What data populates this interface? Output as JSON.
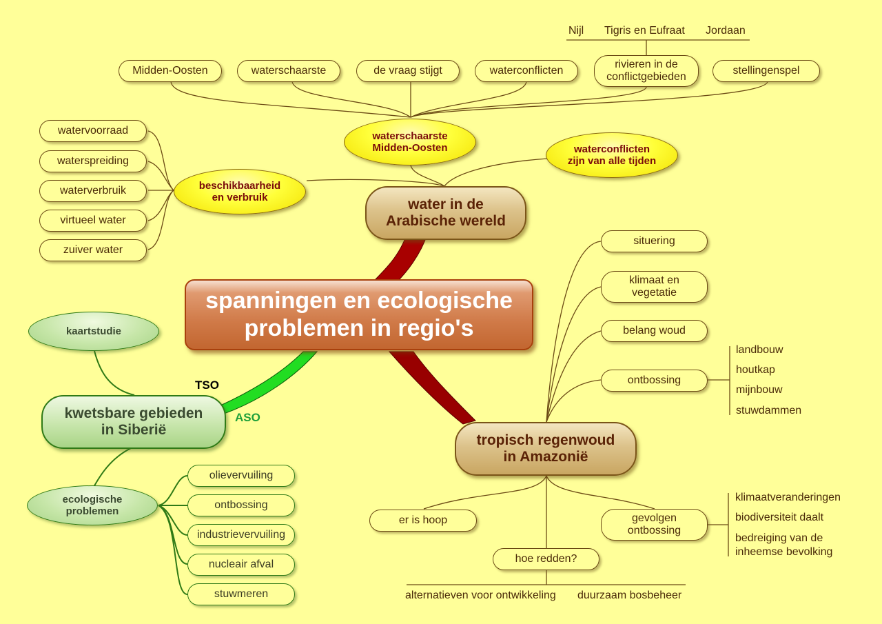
{
  "central": {
    "line1": "spanningen en ecologische",
    "line2": "problemen in regio's"
  },
  "branch_labels": {
    "tso": "TSO",
    "aso": "ASO"
  },
  "arabic": {
    "title_line1": "water in de",
    "title_line2": "Arabische wereld",
    "subtopics": {
      "beschikbaarheid": {
        "line1": "beschikbaarheid",
        "line2": "en verbruik",
        "items": [
          "watervoorraad",
          "waterspreiding",
          "waterverbruik",
          "virtueel water",
          "zuiver water"
        ]
      },
      "waterschaarste": {
        "line1": "waterschaarste",
        "line2": "Midden-Oosten",
        "items": [
          "Midden-Oosten",
          "waterschaarste",
          "de vraag stijgt",
          "waterconflicten",
          "rivieren in de conflictgebieden",
          "stellingenspel"
        ],
        "rivieren": {
          "line1": "rivieren in de",
          "line2": "conflictgebieden",
          "rivers": [
            "Nijl",
            "Tigris en Eufraat",
            "Jordaan"
          ]
        }
      },
      "waterconflicten": {
        "line1": "waterconflicten",
        "line2": "zijn van alle tijden"
      }
    }
  },
  "amazon": {
    "title_line1": "tropisch regenwoud",
    "title_line2": "in Amazonië",
    "items": {
      "situering": "situering",
      "klimaat": {
        "line1": "klimaat en",
        "line2": "vegetatie"
      },
      "belang": "belang woud",
      "ontbossing": {
        "label": "ontbossing",
        "causes": [
          "landbouw",
          "houtkap",
          "mijnbouw",
          "stuwdammen"
        ]
      },
      "hoop": "er is hoop",
      "redden": {
        "label": "hoe redden?",
        "options": [
          "alternatieven voor ontwikkeling",
          "duurzaam bosbeheer"
        ]
      },
      "gevolgen": {
        "line1": "gevolgen",
        "line2": "ontbossing",
        "effects": [
          "klimaatveranderingen",
          "biodiversiteit daalt",
          "bedreiging van de",
          "inheemse bevolking"
        ]
      }
    }
  },
  "siberia": {
    "title_line1": "kwetsbare gebieden",
    "title_line2": "in Siberië",
    "kaartstudie": "kaartstudie",
    "ecologisch": {
      "line1": "ecologische",
      "line2": "problemen",
      "items": [
        "olievervuiling",
        "ontbossing",
        "industrievervuiling",
        "nucleair afval",
        "stuwmeren"
      ]
    }
  },
  "colors": {
    "background": "#ffff99",
    "link_brown": "#6b4a14",
    "link_green": "#2f7a16",
    "branch_red": "#a00000",
    "branch_green": "#22dd22"
  }
}
